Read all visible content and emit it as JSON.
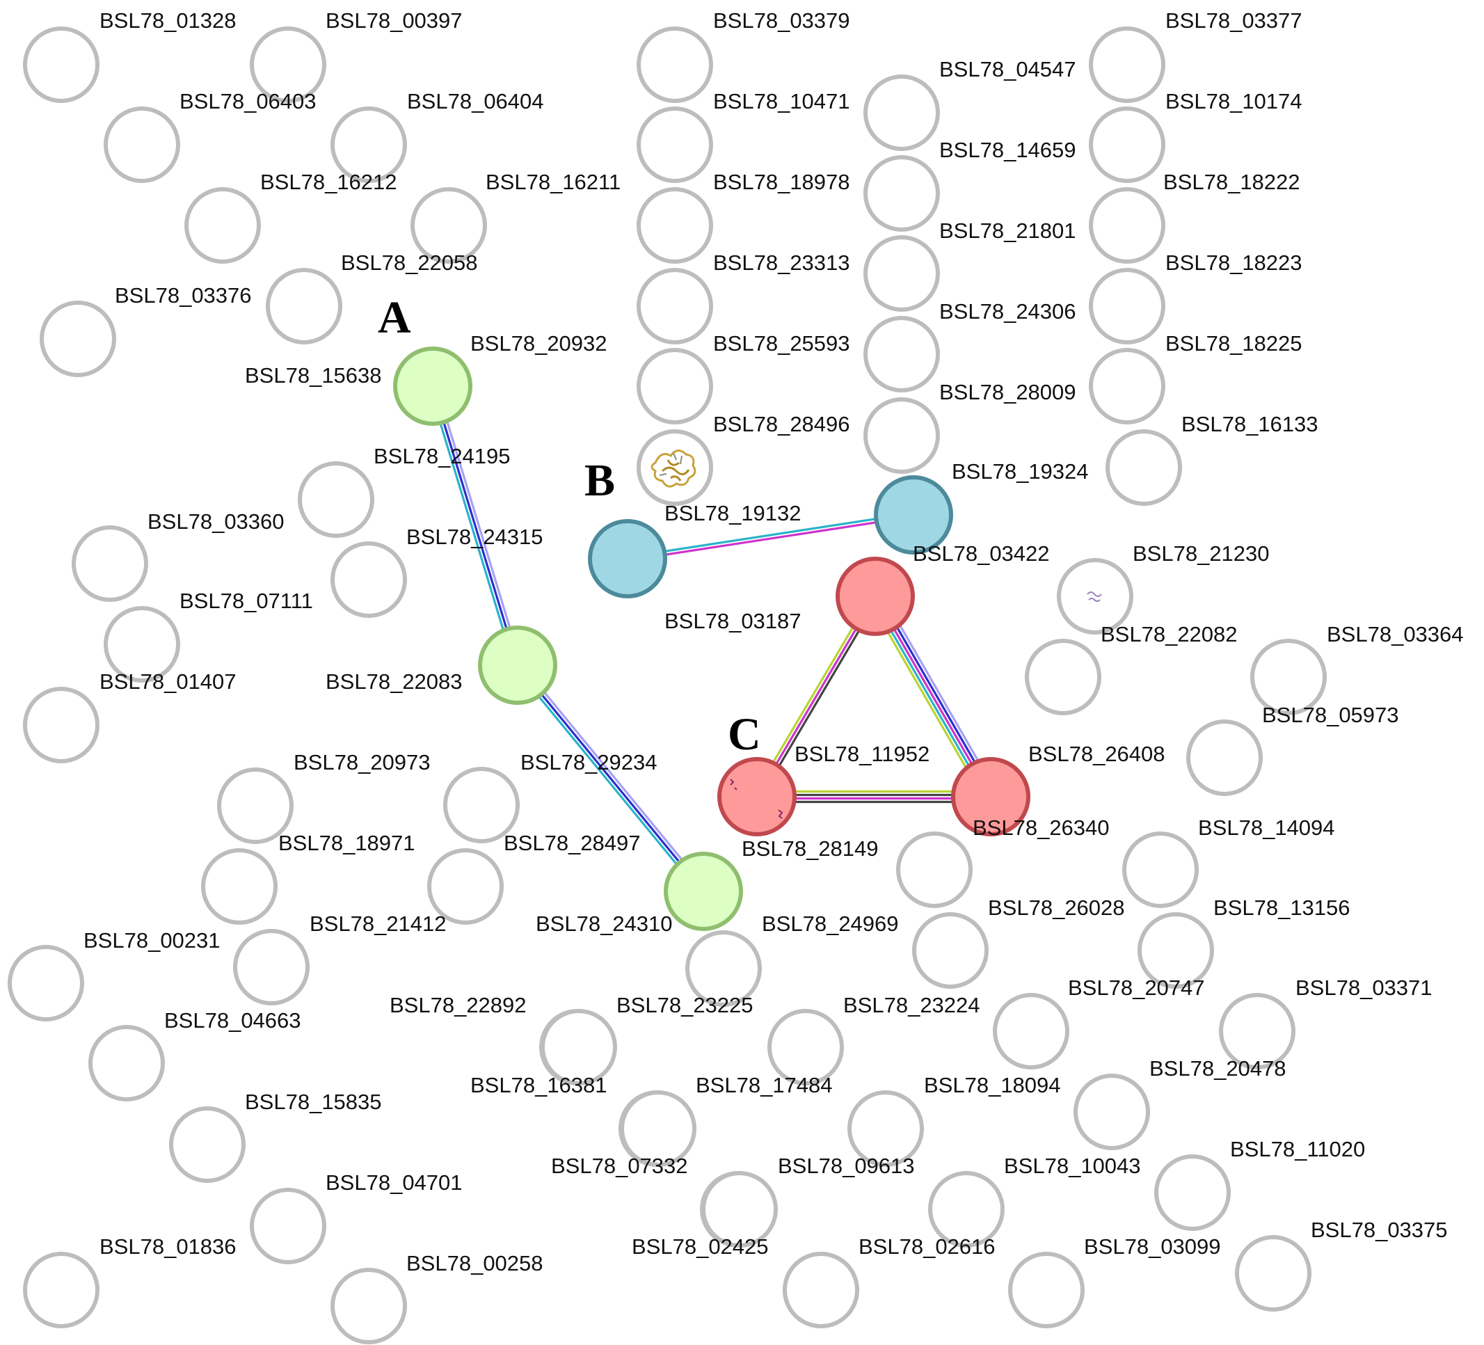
{
  "colors": {
    "ring": "#bdbdbd",
    "cluster_a_fill": "#ddffc4",
    "cluster_a_stroke": "#8fbf6e",
    "cluster_b_fill": "#9fd7e4",
    "cluster_b_stroke": "#4c8a9c",
    "cluster_c_fill": "#ff9a9a",
    "cluster_c_stroke": "#c0494e",
    "edge_cyan": "#2ab3c8",
    "edge_blue": "#2b2fd0",
    "edge_lavender": "#a7a2f0",
    "edge_magenta": "#cc33cc",
    "edge_yellow": "#b8d433",
    "edge_dark": "#444444"
  },
  "clusters": [
    {
      "label": "A",
      "color": "green"
    },
    {
      "label": "B",
      "color": "blue"
    },
    {
      "label": "C",
      "color": "red"
    }
  ],
  "nodes": [
    {
      "id": "BSL78_01328"
    },
    {
      "id": "BSL78_00397"
    },
    {
      "id": "BSL78_03379"
    },
    {
      "id": "BSL78_03377"
    },
    {
      "id": "BSL78_06403"
    },
    {
      "id": "BSL78_06404"
    },
    {
      "id": "BSL78_10471"
    },
    {
      "id": "BSL78_04547"
    },
    {
      "id": "BSL78_10174"
    },
    {
      "id": "BSL78_16212"
    },
    {
      "id": "BSL78_16211"
    },
    {
      "id": "BSL78_18978"
    },
    {
      "id": "BSL78_14659"
    },
    {
      "id": "BSL78_18222"
    },
    {
      "id": "BSL78_22058"
    },
    {
      "id": "BSL78_23313"
    },
    {
      "id": "BSL78_21801"
    },
    {
      "id": "BSL78_18223"
    },
    {
      "id": "BSL78_03376"
    },
    {
      "id": "BSL78_25593"
    },
    {
      "id": "BSL78_24306"
    },
    {
      "id": "BSL78_18225"
    },
    {
      "id": "BSL78_20932"
    },
    {
      "id": "BSL78_15638",
      "cluster": "A"
    },
    {
      "id": "BSL78_28496"
    },
    {
      "id": "BSL78_28009"
    },
    {
      "id": "BSL78_16133"
    },
    {
      "id": "BSL78_24195"
    },
    {
      "id": "BSL78_19324",
      "cluster": "B"
    },
    {
      "id": "BSL78_03360"
    },
    {
      "id": "BSL78_19132"
    },
    {
      "id": "BSL78_24315"
    },
    {
      "id": "BSL78_03187",
      "cluster": "B"
    },
    {
      "id": "BSL78_03422",
      "cluster": "C"
    },
    {
      "id": "BSL78_21230"
    },
    {
      "id": "BSL78_07111"
    },
    {
      "id": "BSL78_22083",
      "cluster": "A"
    },
    {
      "id": "BSL78_22082"
    },
    {
      "id": "BSL78_03364"
    },
    {
      "id": "BSL78_01407"
    },
    {
      "id": "BSL78_05973"
    },
    {
      "id": "BSL78_20973"
    },
    {
      "id": "BSL78_29234"
    },
    {
      "id": "BSL78_11952"
    },
    {
      "id": "BSL78_26408",
      "cluster": "C"
    },
    {
      "id": "BSL78_28149",
      "cluster": "C"
    },
    {
      "id": "BSL78_26340"
    },
    {
      "id": "BSL78_14094"
    },
    {
      "id": "BSL78_18971"
    },
    {
      "id": "BSL78_28497"
    },
    {
      "id": "BSL78_24310",
      "cluster": "A"
    },
    {
      "id": "BSL78_24969"
    },
    {
      "id": "BSL78_26028"
    },
    {
      "id": "BSL78_13156"
    },
    {
      "id": "BSL78_00231"
    },
    {
      "id": "BSL78_21412"
    },
    {
      "id": "BSL78_22892"
    },
    {
      "id": "BSL78_23225"
    },
    {
      "id": "BSL78_23224"
    },
    {
      "id": "BSL78_20747"
    },
    {
      "id": "BSL78_03371"
    },
    {
      "id": "BSL78_04663"
    },
    {
      "id": "BSL78_20478"
    },
    {
      "id": "BSL78_16381"
    },
    {
      "id": "BSL78_17484"
    },
    {
      "id": "BSL78_18094"
    },
    {
      "id": "BSL78_15835"
    },
    {
      "id": "BSL78_11020"
    },
    {
      "id": "BSL78_07332"
    },
    {
      "id": "BSL78_09613"
    },
    {
      "id": "BSL78_10043"
    },
    {
      "id": "BSL78_04701"
    },
    {
      "id": "BSL78_03375"
    },
    {
      "id": "BSL78_01836"
    },
    {
      "id": "BSL78_02425"
    },
    {
      "id": "BSL78_02616"
    },
    {
      "id": "BSL78_03099"
    },
    {
      "id": "BSL78_00258"
    }
  ],
  "edges": [
    {
      "source": "BSL78_15638",
      "target": "BSL78_22083",
      "colors": [
        "lavender",
        "blue",
        "cyan"
      ]
    },
    {
      "source": "BSL78_22083",
      "target": "BSL78_24310",
      "colors": [
        "lavender",
        "blue",
        "cyan"
      ]
    },
    {
      "source": "BSL78_03187",
      "target": "BSL78_19324",
      "colors": [
        "cyan",
        "magenta"
      ]
    },
    {
      "source": "BSL78_03422",
      "target": "BSL78_28149",
      "colors": [
        "dark",
        "magenta",
        "yellow"
      ]
    },
    {
      "source": "BSL78_03422",
      "target": "BSL78_26408",
      "colors": [
        "lavender",
        "blue",
        "magenta",
        "cyan",
        "yellow"
      ]
    },
    {
      "source": "BSL78_28149",
      "target": "BSL78_26408",
      "colors": [
        "yellow",
        "dark",
        "magenta",
        "dark"
      ]
    }
  ]
}
